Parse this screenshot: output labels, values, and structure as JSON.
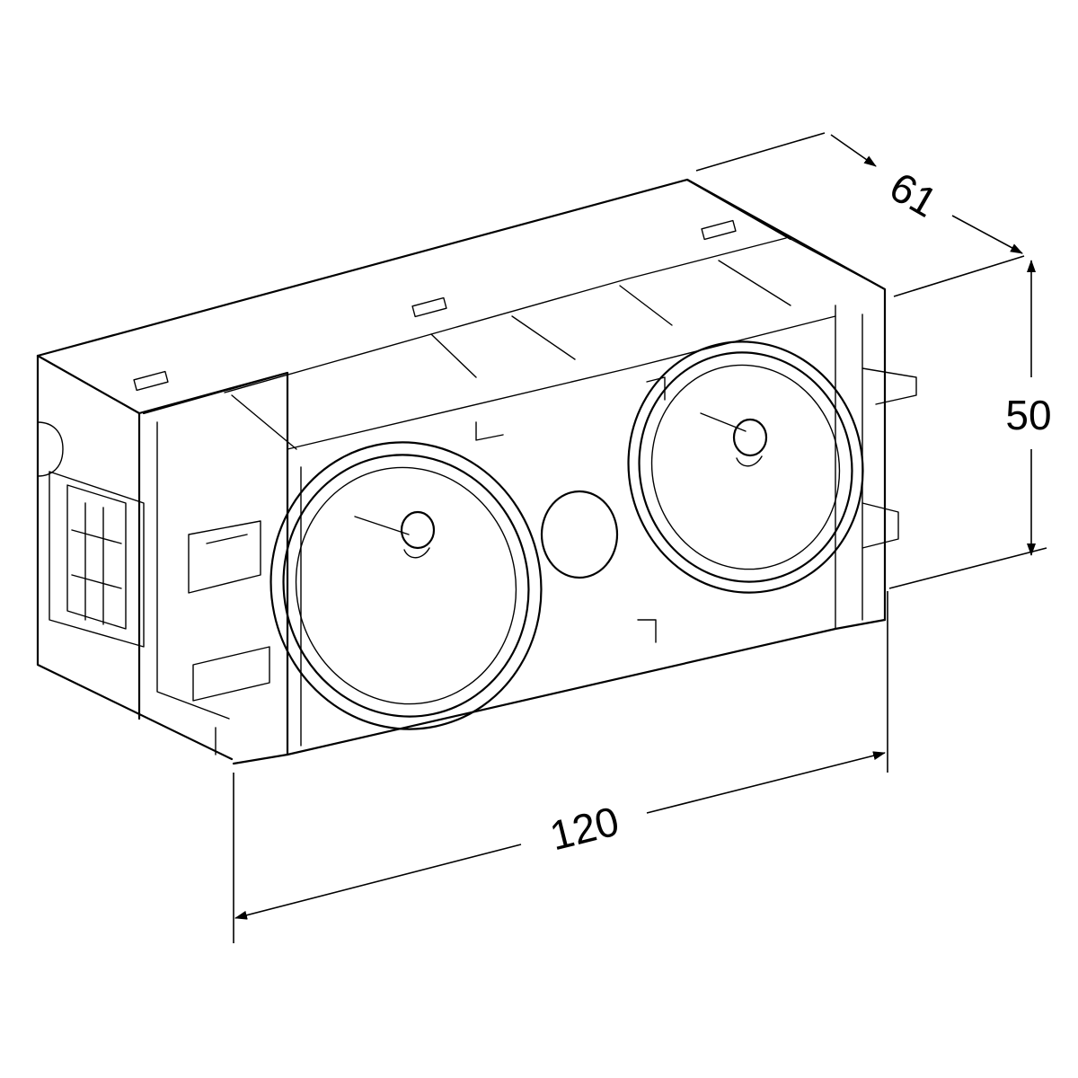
{
  "dimensions": {
    "width": "120",
    "depth": "61",
    "height": "50"
  }
}
